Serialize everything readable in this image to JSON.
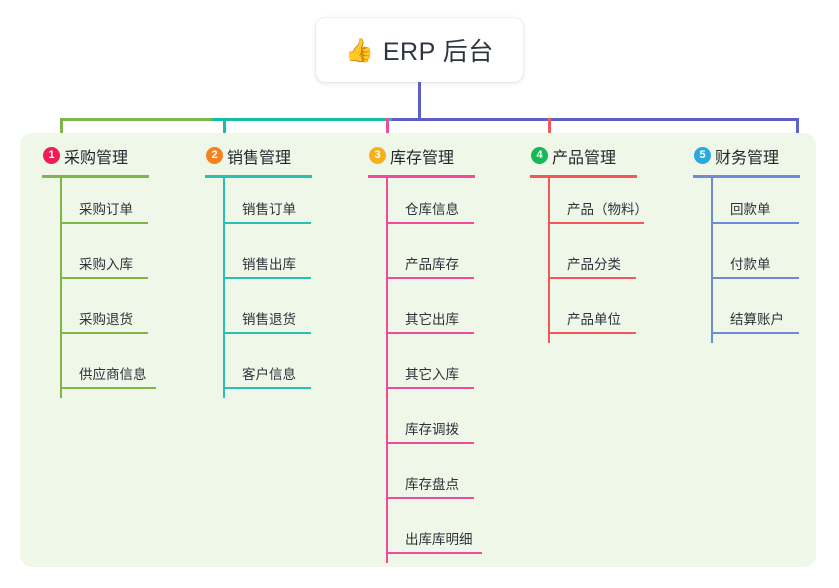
{
  "root": {
    "icon": "thumbs-up-icon",
    "icon_glyph": "👍",
    "title": "ERP 后台"
  },
  "theme": {
    "canvas_bg": "#ffffff",
    "panel_bg": "#eff7e9",
    "root_bg": "#ffffff",
    "text": "#2d3238"
  },
  "connector": {
    "trunk_color": "#5b5fc7",
    "segments": [
      {
        "name": "segment-green",
        "color": "#7fb64a"
      },
      {
        "name": "segment-teal",
        "color": "#13bfa6"
      },
      {
        "name": "segment-blue",
        "color": "#5b5fc7"
      }
    ]
  },
  "chart_data": {
    "type": "diagram",
    "title": "ERP 后台",
    "layout": "mindmap-tree",
    "branch_count": 5,
    "branches": [
      {
        "index": "1",
        "label": "采购管理",
        "leaf_count": 4
      },
      {
        "index": "2",
        "label": "销售管理",
        "leaf_count": 4
      },
      {
        "index": "3",
        "label": "库存管理",
        "leaf_count": 7
      },
      {
        "index": "4",
        "label": "产品管理",
        "leaf_count": 3
      },
      {
        "index": "5",
        "label": "财务管理",
        "leaf_count": 3
      }
    ]
  },
  "columns": [
    {
      "index": "1",
      "title": "采购管理",
      "badge_color": "#ed1e56",
      "line_color": "#7fb64a",
      "drop_color": "#7fb64a",
      "items": [
        {
          "label": "采购订单"
        },
        {
          "label": "采购入库"
        },
        {
          "label": "采购退货"
        },
        {
          "label": "供应商信息"
        }
      ]
    },
    {
      "index": "2",
      "title": "销售管理",
      "badge_color": "#f58220",
      "line_color": "#29c0b1",
      "drop_color": "#13bfa6",
      "items": [
        {
          "label": "销售订单"
        },
        {
          "label": "销售出库"
        },
        {
          "label": "销售退货"
        },
        {
          "label": "客户信息"
        }
      ]
    },
    {
      "index": "3",
      "title": "库存管理",
      "badge_color": "#f5b21c",
      "line_color": "#ee4d9b",
      "drop_color": "#ee4d9b",
      "items": [
        {
          "label": "仓库信息"
        },
        {
          "label": "产品库存"
        },
        {
          "label": "其它出库"
        },
        {
          "label": "其它入库"
        },
        {
          "label": "库存调拨"
        },
        {
          "label": "库存盘点"
        },
        {
          "label": "出库库明细"
        }
      ]
    },
    {
      "index": "4",
      "title": "产品管理",
      "badge_color": "#17b956",
      "line_color": "#f4565a",
      "drop_color": "#f4565a",
      "items": [
        {
          "label": "产品（物料）"
        },
        {
          "label": "产品分类"
        },
        {
          "label": "产品单位"
        }
      ]
    },
    {
      "index": "5",
      "title": "财务管理",
      "badge_color": "#2aa8e0",
      "line_color": "#6f8ad6",
      "drop_color": "#5b63c9",
      "items": [
        {
          "label": "回款单"
        },
        {
          "label": "付款单"
        },
        {
          "label": "结算账户"
        }
      ]
    }
  ]
}
